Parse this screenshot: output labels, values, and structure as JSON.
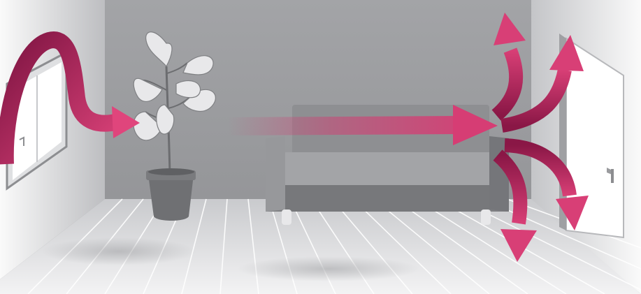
{
  "scene": {
    "subject": "room-airflow-illustration",
    "colors": {
      "back_wall": "#9a9b9e",
      "side_wall_light": "#f2f2f3",
      "floor_light": "#e9e9eb",
      "floor_line": "#ffffff",
      "sofa": "#8b8c8f",
      "sofa_dark": "#6e6f72",
      "plant_leaf": "#e6e6e8",
      "pot": "#77787b",
      "arrow_magenta": "#d23c72",
      "arrow_dark": "#8a1746",
      "door": "#ffffff"
    },
    "icons": [
      "window",
      "potted-plant",
      "sofa",
      "door",
      "airflow-arrow"
    ]
  }
}
